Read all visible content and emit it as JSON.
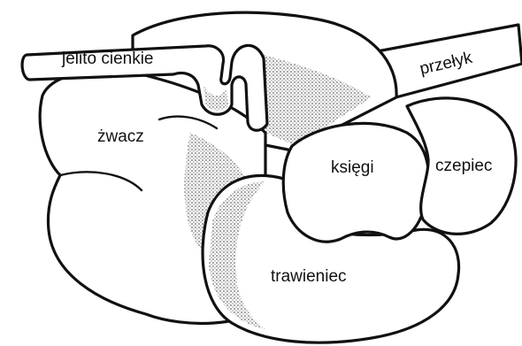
{
  "labels": {
    "small_intestine": "jelito cienkie",
    "esophagus": "przełyk",
    "rumen": "żwacz",
    "omasum": "księgi",
    "reticulum": "czepiec",
    "abomasum": "trawieniec"
  }
}
